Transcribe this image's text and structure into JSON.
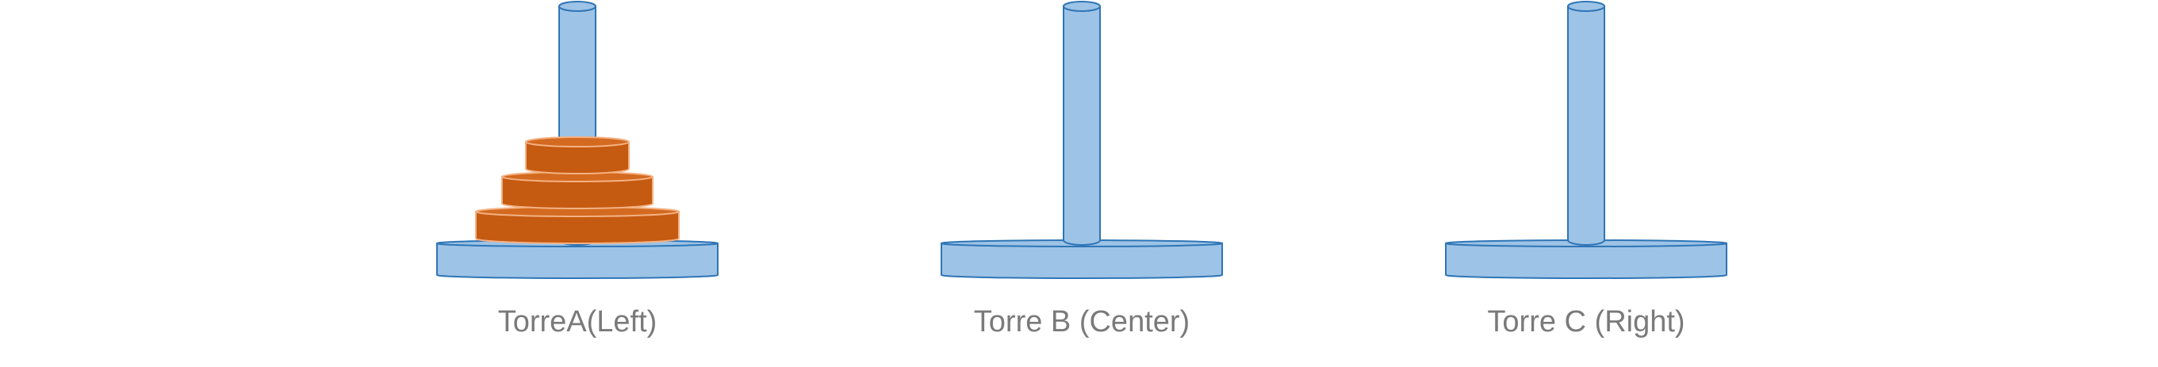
{
  "towers": [
    {
      "id": "a",
      "label": "TorreA(Left)",
      "disks": 3
    },
    {
      "id": "b",
      "label": "Torre B (Center)",
      "disks": 0
    },
    {
      "id": "c",
      "label": "Torre C (Right)",
      "disks": 0
    }
  ],
  "colors": {
    "tower_fill": "#9dc3e6",
    "tower_stroke": "#2e75b6",
    "disk_fill": "#c55a11",
    "disk_top": "#d36a20",
    "disk_stroke": "#f4b183"
  }
}
